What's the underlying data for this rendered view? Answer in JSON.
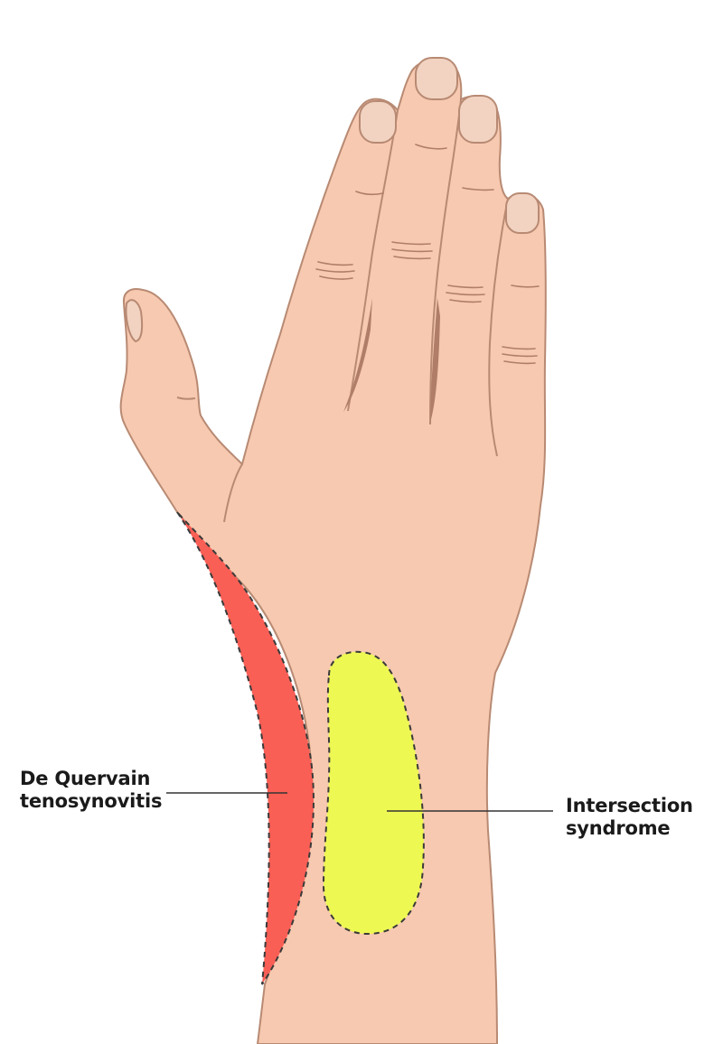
{
  "annotations": {
    "de_quervain": {
      "line1": "De Quervain",
      "line2": "tenosynovitis"
    },
    "intersection": {
      "line1": "Intersection",
      "line2": "syndrome"
    }
  },
  "colors": {
    "skin": "#f7c9b0",
    "skin_outline": "#b88a73",
    "nail": "#f2d3c2",
    "crease": "#b07e68",
    "de_quervain_region": "#f95f55",
    "intersection_region": "#eef852",
    "dashed_outline": "#3a3a3a",
    "leader_line": "#333333"
  },
  "icons": [
    "hand-illustration",
    "de-quervain-region",
    "intersection-region"
  ]
}
